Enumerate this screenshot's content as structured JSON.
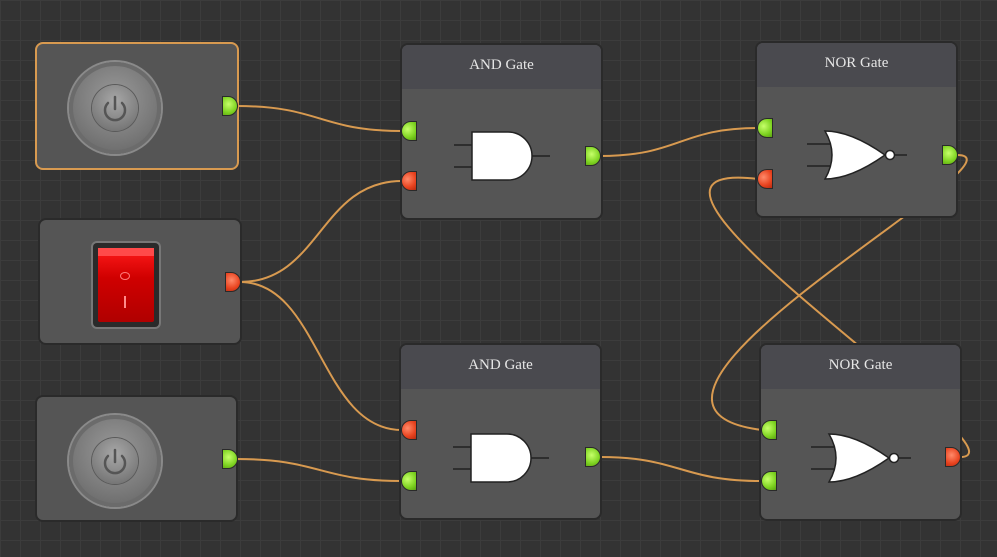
{
  "nodes": {
    "and_gate_top": {
      "title": "AND Gate"
    },
    "and_gate_bottom": {
      "title": "AND Gate"
    },
    "nor_gate_top": {
      "title": "NOR Gate"
    },
    "nor_gate_bottom": {
      "title": "NOR Gate"
    }
  },
  "ports": {
    "button_top_out": "on",
    "switch_out": "off",
    "button_bottom_out": "on",
    "and_top_in1": "on",
    "and_top_in2": "off",
    "and_top_out": "on",
    "and_bottom_in1": "off",
    "and_bottom_in2": "on",
    "and_bottom_out": "on",
    "nor_top_in1": "on",
    "nor_top_in2": "off",
    "nor_top_out": "on",
    "nor_bottom_in1": "on",
    "nor_bottom_in2": "on",
    "nor_bottom_out": "off"
  },
  "colors": {
    "wire": "#d89a50",
    "on": "#7ed321",
    "off": "#e8431f",
    "selected_border": "#d89a50"
  },
  "icons": {
    "power_button": "power-icon",
    "rocker_switch": "rocker-switch-icon",
    "and_symbol": "and-gate-icon",
    "nor_symbol": "nor-gate-icon"
  }
}
